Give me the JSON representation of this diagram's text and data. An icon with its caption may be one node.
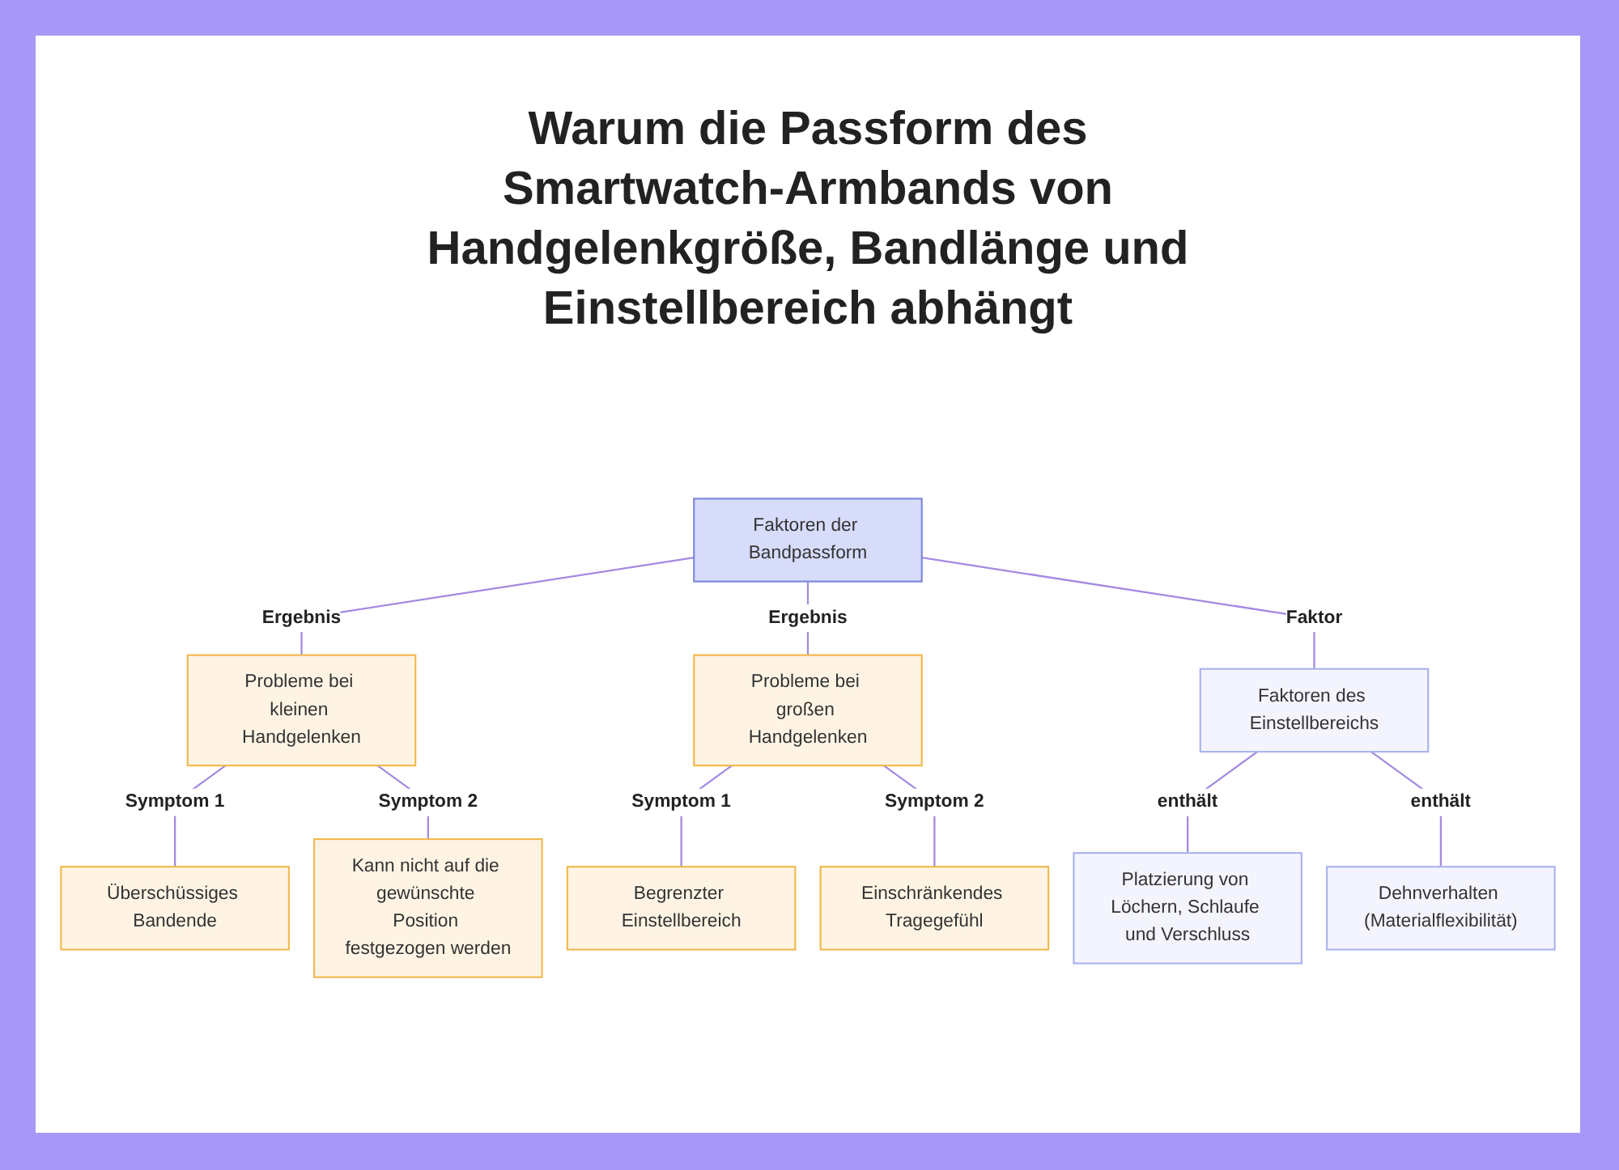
{
  "diagram": {
    "title": "Warum die Passform des Smartwatch-Armbands von Handgelenkgröße, Bandlänge und Einstellbereich abhängt",
    "nodes": [
      {
        "text": [
          "Faktoren der Bandpassform"
        ]
      },
      {
        "text": [
          "Probleme bei kleinen Handgelenken"
        ]
      },
      {
        "text": [
          "Probleme bei großen Handgelenken"
        ]
      },
      {
        "text": [
          "Faktoren des Einstellbereichs"
        ]
      },
      {
        "text": [
          "Überschüssiges Bandende"
        ]
      },
      {
        "text": [
          "Kann nicht auf die gewünschte Position festgezogen werden"
        ]
      },
      {
        "text": [
          "Begrenzter Einstellbereich"
        ]
      },
      {
        "text": [
          "Einschränkendes Tragegefühl"
        ]
      },
      {
        "text": [
          "Platzierung von Löchern, Schlaufe und Verschluss"
        ]
      },
      {
        "text": [
          "Dehnverhalten (Materialflexibilität)"
        ]
      }
    ],
    "edges": [
      {
        "from": 0,
        "to": 1,
        "arrow": "none",
        "label": "Ergebnis"
      },
      {
        "from": 0,
        "to": 2,
        "arrow": "none",
        "label": "Ergebnis"
      },
      {
        "from": 0,
        "to": 3,
        "arrow": "none",
        "label": "Faktor"
      },
      {
        "from": 1,
        "to": 4,
        "arrow": "none",
        "label": "Symptom 1"
      },
      {
        "from": 1,
        "to": 5,
        "arrow": "none",
        "label": "Symptom 2"
      },
      {
        "from": 2,
        "to": 6,
        "arrow": "none",
        "label": "Symptom 1"
      },
      {
        "from": 2,
        "to": 7,
        "arrow": "none",
        "label": "Symptom 2"
      },
      {
        "from": 3,
        "to": 8,
        "arrow": "none",
        "label": "enthält"
      },
      {
        "from": 3,
        "to": 9,
        "arrow": "none",
        "label": "enthält"
      }
    ]
  }
}
